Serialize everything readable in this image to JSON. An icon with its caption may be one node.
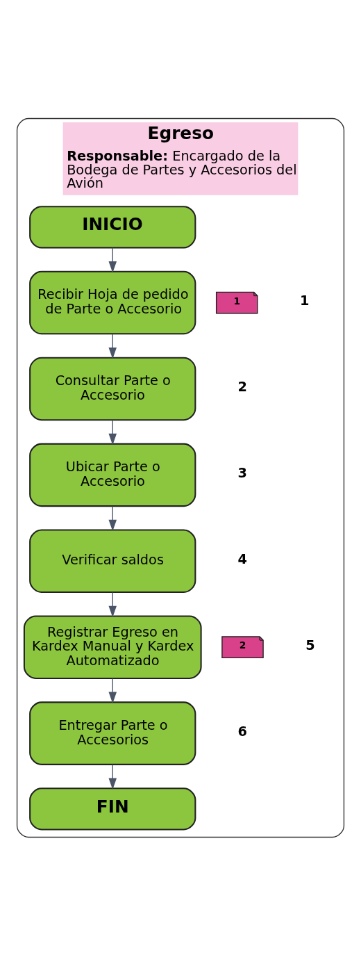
{
  "diagram": {
    "nodes": [
      {
        "text": [
          "Egreso",
          "**Responsable:** Encargado de la Bodega de Partes y Accesorios del Avión"
        ]
      },
      {
        "text": [
          "INICIO"
        ],
        "in": 0
      },
      {
        "text": [
          "Recibir Hoja de pedido de Parte o Accesorio"
        ],
        "in": 0
      },
      {
        "text": [
          "1"
        ],
        "in": 0
      },
      {
        "text": [
          "Consultar Parte o Accesorio"
        ],
        "in": 0
      },
      {
        "text": [
          "Ubicar Parte o Accesorio"
        ],
        "in": 0
      },
      {
        "text": [
          "Verificar saldos"
        ],
        "in": 0
      },
      {
        "text": [
          "Registrar Egreso en Kardex Manual y Kardex Automatizado"
        ],
        "in": 0
      },
      {
        "text": [
          "2"
        ],
        "in": 0
      },
      {
        "text": [
          "Entregar Parte o Accesorios"
        ],
        "in": 0
      },
      {
        "text": [
          "FIN"
        ],
        "in": 0
      }
    ],
    "edges": [
      {
        "from": 1,
        "to": 2,
        "arrow": "to"
      },
      {
        "from": 2,
        "to": 4,
        "arrow": "to"
      },
      {
        "from": 4,
        "to": 5,
        "arrow": "to"
      },
      {
        "from": 5,
        "to": 6,
        "arrow": "to"
      },
      {
        "from": 6,
        "to": 7,
        "arrow": "to"
      },
      {
        "from": 7,
        "to": 9,
        "arrow": "to"
      },
      {
        "from": 9,
        "to": 10,
        "arrow": "to"
      }
    ],
    "labels": [
      "1",
      "2",
      "3",
      "4",
      "5",
      "6"
    ]
  }
}
